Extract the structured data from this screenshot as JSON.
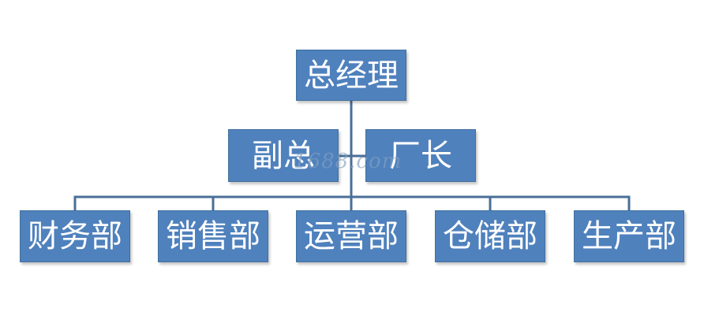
{
  "diagram": {
    "ceo": {
      "label": "总经理"
    },
    "deputies": [
      {
        "label": "副总"
      },
      {
        "label": "厂长"
      }
    ],
    "departments": [
      {
        "label": "财务部"
      },
      {
        "label": "销售部"
      },
      {
        "label": "运营部"
      },
      {
        "label": "仓储部"
      },
      {
        "label": "生产部"
      }
    ],
    "watermark": "1688.com"
  },
  "colors": {
    "box_fill": "#4f81bd",
    "box_border": "#41709c",
    "connector": "#4a6f97",
    "text": "#ffffff"
  }
}
